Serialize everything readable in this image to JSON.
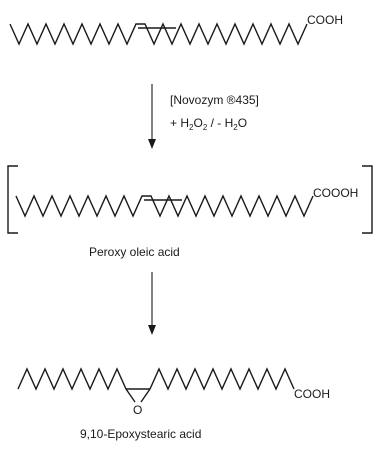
{
  "reactant": {
    "group": "COOH"
  },
  "step1": {
    "catalyst": "[Novozym ®435]",
    "reagents": {
      "plus": "+ H",
      "sub1": "2",
      "mid1": "O",
      "sub2": "2",
      "mid2": " / - H",
      "sub3": "2",
      "end": "O"
    }
  },
  "intermediate": {
    "group": "COOOH",
    "name": "Peroxy oleic acid"
  },
  "product": {
    "group": "COOH",
    "oxygen": "O",
    "name": "9,10-Epoxystearic acid"
  },
  "colors": {
    "ink": "#1a1a1a",
    "background": "#ffffff"
  }
}
